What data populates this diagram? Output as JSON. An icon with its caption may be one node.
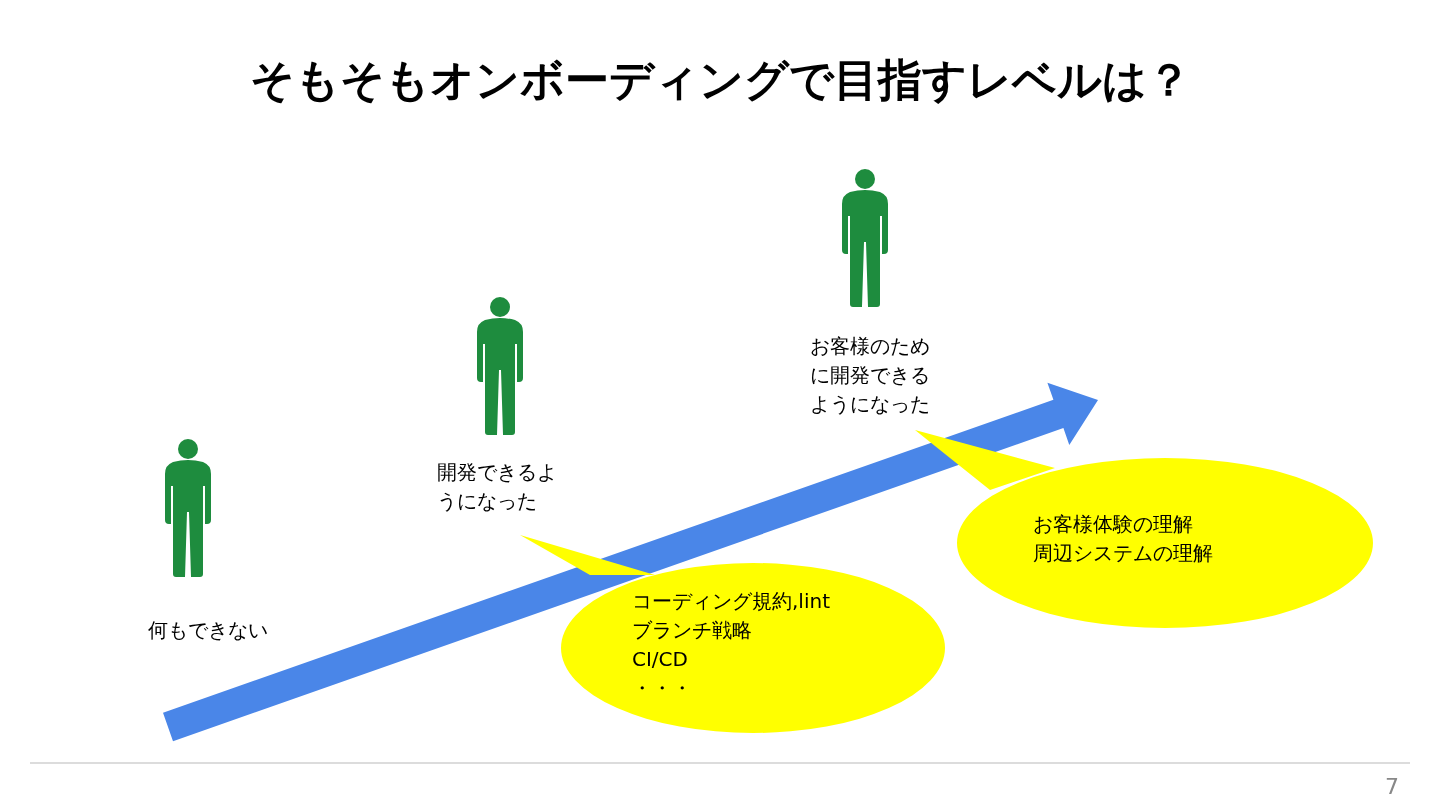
{
  "diagram": {
    "title": "そもそもオンボーディングで目指すレベルは？",
    "nodes": [
      {
        "text": [],
        "shape": "person"
      },
      {
        "text": [],
        "shape": "person"
      },
      {
        "text": [],
        "shape": "person"
      },
      {
        "text": [
          "コーディング規約,lint",
          "ブランチ戦略",
          "CI/CD",
          "・・・"
        ]
      },
      {
        "text": [
          "お客様体験の理解",
          "周辺システムの理解"
        ]
      }
    ],
    "edges": [
      {
        "from": 0,
        "to": 4,
        "arrow": "to",
        "style": "thick"
      }
    ],
    "labels": [
      "開発できるようになった",
      "お客様のために開発できるようになった",
      "何もできない",
      "7"
    ]
  }
}
